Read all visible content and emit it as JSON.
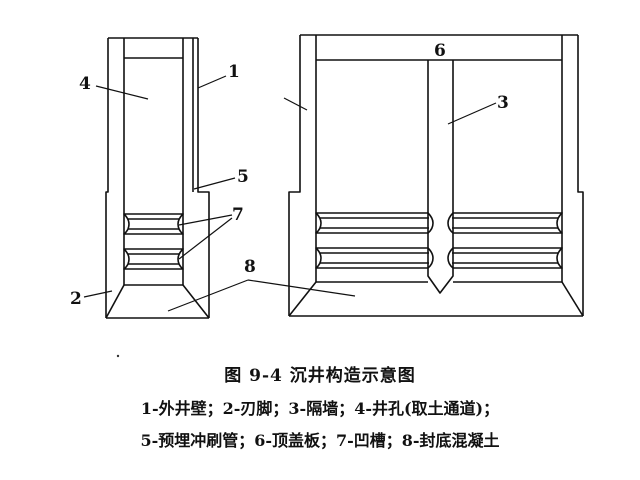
{
  "figure": {
    "callouts": {
      "label_1": "1",
      "label_2": "2",
      "label_3": "3",
      "label_4": "4",
      "label_5": "5",
      "label_6": "6",
      "label_7": "7",
      "label_8": "8"
    }
  },
  "caption": {
    "title": "图 9-4   沉井构造示意图",
    "line1": "1-外井壁；2-刃脚；3-隔墙；4-井孔(取土通道)；",
    "line2": "5-预埋冲刷管；6-顶盖板；7-凹槽；8-封底混凝土"
  }
}
